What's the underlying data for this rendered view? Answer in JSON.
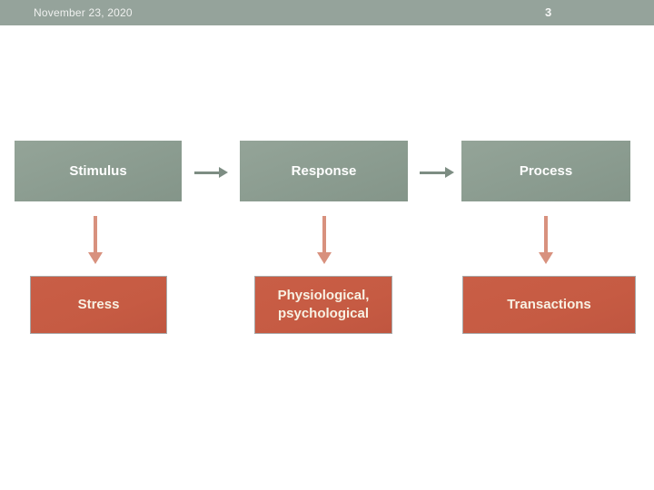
{
  "header": {
    "date": "November 23, 2020",
    "page_number": "3",
    "bar_color": "#95a39b"
  },
  "diagram": {
    "top_row": [
      {
        "label": "Stimulus"
      },
      {
        "label": "Response"
      },
      {
        "label": "Process"
      }
    ],
    "bottom_row": [
      {
        "label": "Stress"
      },
      {
        "label": "Physiological, psychological"
      },
      {
        "label": "Transactions"
      }
    ],
    "colors": {
      "top_box_fill": "#8c9d91",
      "top_box_text": "#ffffff",
      "bottom_box_fill": "#c65b43",
      "bottom_box_border": "#a9a9a9",
      "bottom_box_text": "#f8f1e3",
      "horizontal_arrow": "#7d8d83",
      "vertical_arrow": "#d8917e"
    }
  }
}
